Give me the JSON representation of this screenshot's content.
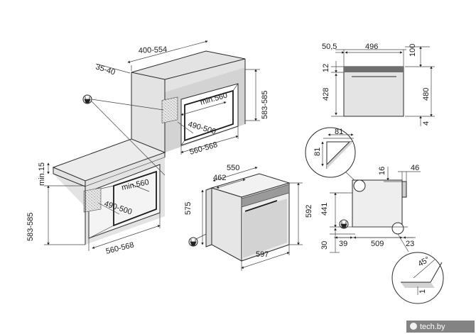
{
  "dimensions": {
    "cabinet_top_depth": "400-554",
    "cabinet_top_offset": "35-40",
    "column_niche_depth": "min.560",
    "column_niche_height": "490-500",
    "column_niche_width": "560-568",
    "column_height": "583-585",
    "under_gap": "min.15",
    "under_height": "583-585",
    "under_niche_depth": "min.560",
    "under_niche_height": "490-500",
    "under_niche_width": "560-568",
    "oven_depth": "550",
    "oven_body_depth": "462",
    "oven_body_height": "575",
    "oven_height": "592",
    "oven_width": "597",
    "front_offset": "50,5",
    "front_width": "496",
    "front_top": "100",
    "front_gap": "12",
    "front_door": "428",
    "front_height": "480",
    "front_bottom": "4",
    "corner_a": "81",
    "corner_b": "81",
    "side_top": "16",
    "side_handle": "46",
    "side_height": "441",
    "side_base": "30",
    "side_left": "39",
    "side_depth": "509",
    "side_right": "23",
    "detail_angle": "45°",
    "detail_gap": "1"
  },
  "watermark": "tech.by"
}
